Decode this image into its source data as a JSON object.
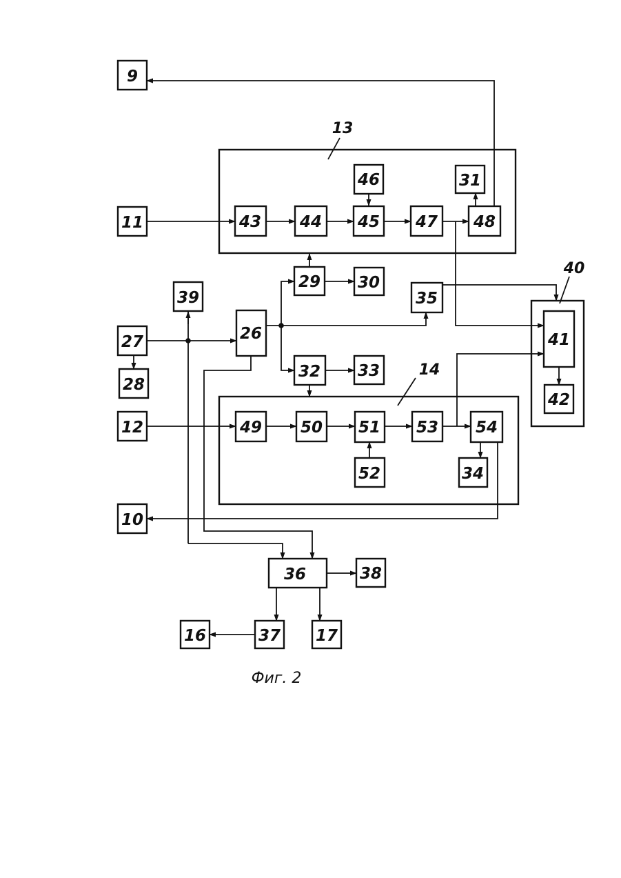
{
  "figure": {
    "caption": "Фиг. 2",
    "group_refs": {
      "top": "13",
      "bottom": "14",
      "right": "40"
    },
    "blocks": {
      "b9": "9",
      "b10": "10",
      "b11": "11",
      "b12": "12",
      "b16": "16",
      "b17": "17",
      "b26": "26",
      "b27": "27",
      "b28": "28",
      "b29": "29",
      "b30": "30",
      "b31": "31",
      "b32": "32",
      "b33": "33",
      "b34": "34",
      "b35": "35",
      "b36": "36",
      "b37": "37",
      "b38": "38",
      "b39": "39",
      "b41": "41",
      "b42": "42",
      "b43": "43",
      "b44": "44",
      "b45": "45",
      "b46": "46",
      "b47": "47",
      "b48": "48",
      "b49": "49",
      "b50": "50",
      "b51": "51",
      "b52": "52",
      "b53": "53",
      "b54": "54"
    }
  }
}
